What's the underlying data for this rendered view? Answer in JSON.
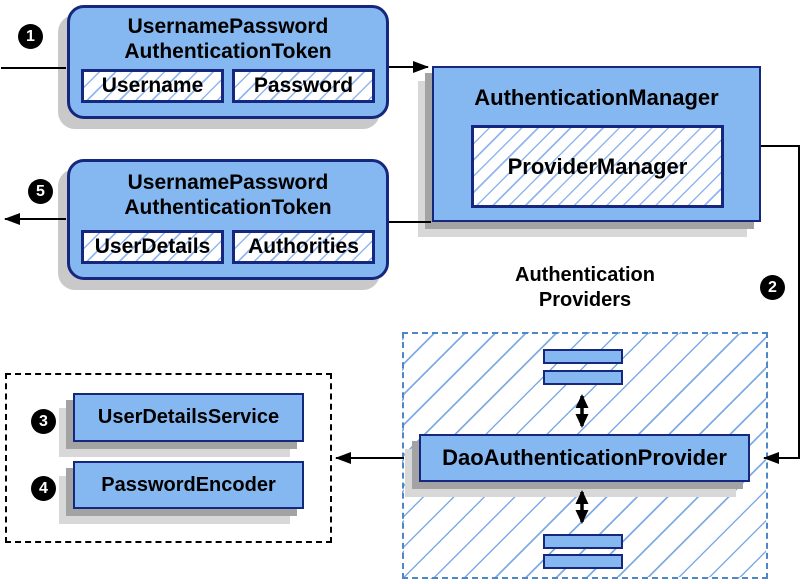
{
  "colors": {
    "box_fill": "#85b7f0",
    "box_border": "#16277e",
    "hatch_line": "#7daaf0",
    "providers_dash_border": "#4e86c8",
    "services_dash_border": "#000000",
    "shadow_dark": "#a3a3a3",
    "shadow_light": "#d8d8d8",
    "connector": "#000000",
    "step_badge_bg": "#000000",
    "step_badge_fg": "#ffffff"
  },
  "steps": {
    "one": "1",
    "two": "2",
    "three": "3",
    "four": "4",
    "five": "5"
  },
  "request_token": {
    "title_line1": "UsernamePassword",
    "title_line2": "AuthenticationToken",
    "field_left": "Username",
    "field_right": "Password"
  },
  "result_token": {
    "title_line1": "UsernamePassword",
    "title_line2": "AuthenticationToken",
    "field_left": "UserDetails",
    "field_right": "Authorities"
  },
  "authentication_manager": {
    "title": "AuthenticationManager",
    "inner_title": "ProviderManager"
  },
  "providers_group": {
    "heading_line1": "Authentication",
    "heading_line2": "Providers",
    "main_provider": "DaoAuthenticationProvider"
  },
  "services_group": {
    "user_details_service": "UserDetailsService",
    "password_encoder": "PasswordEncoder"
  }
}
